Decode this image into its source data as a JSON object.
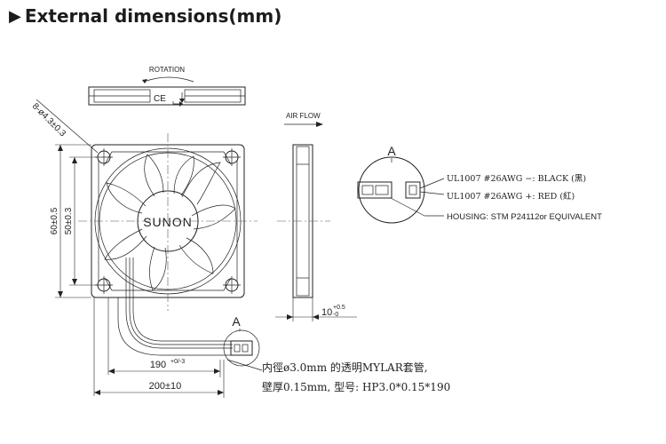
{
  "header": {
    "title": "External dimensions(mm)"
  },
  "top_view": {
    "rotation_label": "ROTATION",
    "ce_mark": "CE"
  },
  "front_view": {
    "hole_label": "8-ø4.3±0.3",
    "brand": "SUNON",
    "dim_outer": "60±0.5",
    "dim_hole_pitch": "50±0.3",
    "lead_length_1_base": "190",
    "lead_length_1_tol": "+0/-3",
    "lead_length_2": "200±10"
  },
  "side_view": {
    "airflow_label": "AIR FLOW",
    "thickness_base": "10",
    "thickness_tol_plus": "+0.5",
    "thickness_tol_minus": "-0"
  },
  "connector_detail": {
    "label": "A",
    "wire_black": "UL1007  #26AWG  −: BLACK (黑)",
    "wire_red": "UL1007  #26AWG  +: RED (紅)",
    "housing": "HOUSING: STM  P24112or  EQUIVALENT"
  },
  "sleeve_note": {
    "label": "A",
    "line1": "内徑ø3.0mm 的透明MYLAR套管,",
    "line2": "壁厚0.15mm, 型号: HP3.0*0.15*190"
  }
}
